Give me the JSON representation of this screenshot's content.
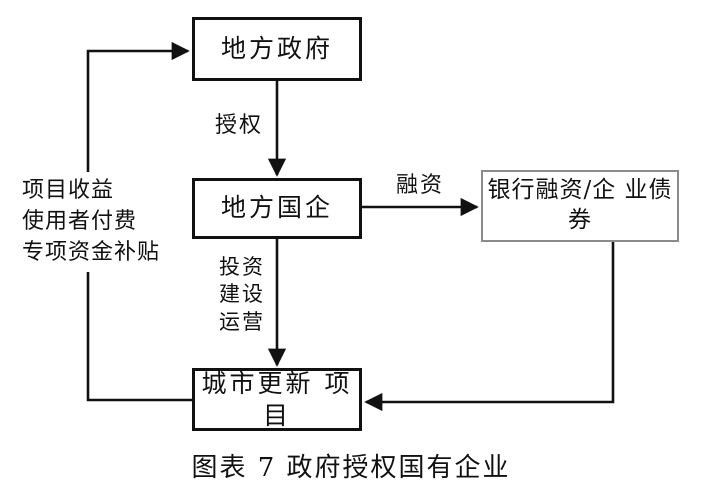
{
  "figure": {
    "caption": "图表 7 政府授权国有企业",
    "background_color": "#ffffff",
    "line_color": "#111111",
    "light_border_color": "#8b8b8b"
  },
  "nodes": {
    "government": {
      "label": "地方政府"
    },
    "soe": {
      "label": "地方国企"
    },
    "bank_financing": {
      "label": "银行融资/企\n业债券"
    },
    "project": {
      "label": "城市更新\n项目"
    }
  },
  "edge_labels": {
    "authorize": "授权",
    "finance": "融资",
    "invest_build_operate": "投资\n建设\n运营",
    "revenue_streams": "项目收益\n使用者付费\n专项资金补贴"
  },
  "chart_data": {
    "type": "diagram",
    "title": "图表 7 政府授权国有企业",
    "nodes": [
      {
        "id": "government",
        "label": "地方政府",
        "shape": "rect",
        "border": "thick-black"
      },
      {
        "id": "soe",
        "label": "地方国企",
        "shape": "rect",
        "border": "thick-black"
      },
      {
        "id": "bank_financing",
        "label": "银行融资/企业债券",
        "shape": "rect",
        "border": "thin-gray"
      },
      {
        "id": "project",
        "label": "城市更新项目",
        "shape": "rect",
        "border": "thick-black"
      }
    ],
    "edges": [
      {
        "from": "government",
        "to": "soe",
        "label": "授权",
        "arrow": "end",
        "direction": "down"
      },
      {
        "from": "soe",
        "to": "bank_financing",
        "label": "融资",
        "arrow": "end",
        "direction": "right"
      },
      {
        "from": "soe",
        "to": "project",
        "label": "投资建设运营",
        "arrow": "end",
        "direction": "down"
      },
      {
        "from": "bank_financing",
        "to": "project",
        "label": "",
        "arrow": "end",
        "direction": "down-left"
      },
      {
        "from": "project",
        "to": "government",
        "label": "项目收益 使用者付费 专项资金补贴",
        "arrow": "end",
        "direction": "left-up"
      }
    ]
  }
}
